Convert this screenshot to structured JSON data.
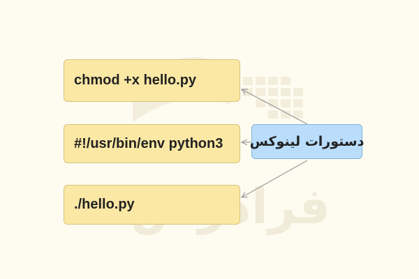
{
  "diagram": {
    "root_label": "دستورات لینوکس",
    "commands": [
      "chmod +x hello.py",
      "#!/usr/bin/env python3",
      "./hello.py"
    ]
  },
  "watermark": {
    "text": "فرادرس",
    "icon": "faradars-logo-icon"
  },
  "colors": {
    "background": "#fefcf1",
    "command_fill": "#fbe8a5",
    "command_border": "#d7c27a",
    "root_fill": "#b9ddfb",
    "root_border": "#7fb3de",
    "arrow": "#9a9a9a",
    "watermark": "#f1ebd9"
  }
}
